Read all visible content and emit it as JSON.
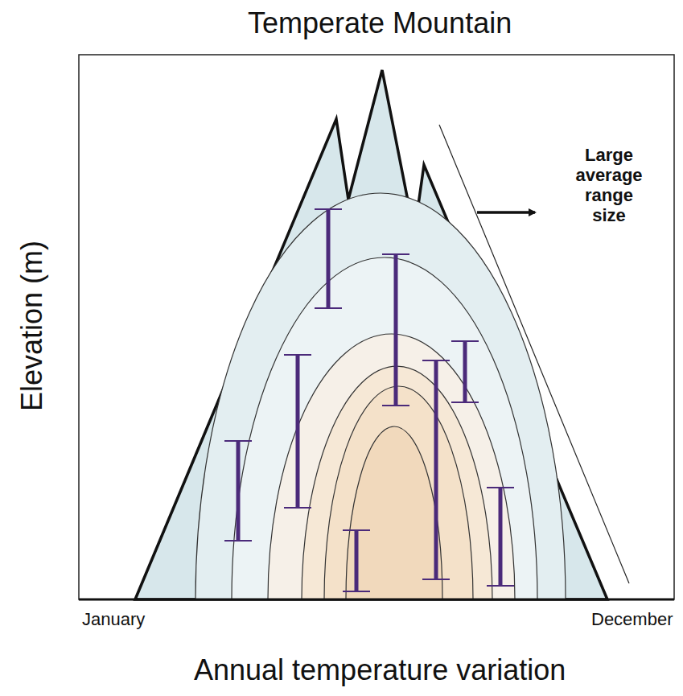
{
  "diagram": {
    "title": "Temperate Mountain",
    "labels": [
      "Elevation (m)",
      "Large average range size",
      "January",
      "December",
      "Annual temperature variation"
    ]
  }
}
